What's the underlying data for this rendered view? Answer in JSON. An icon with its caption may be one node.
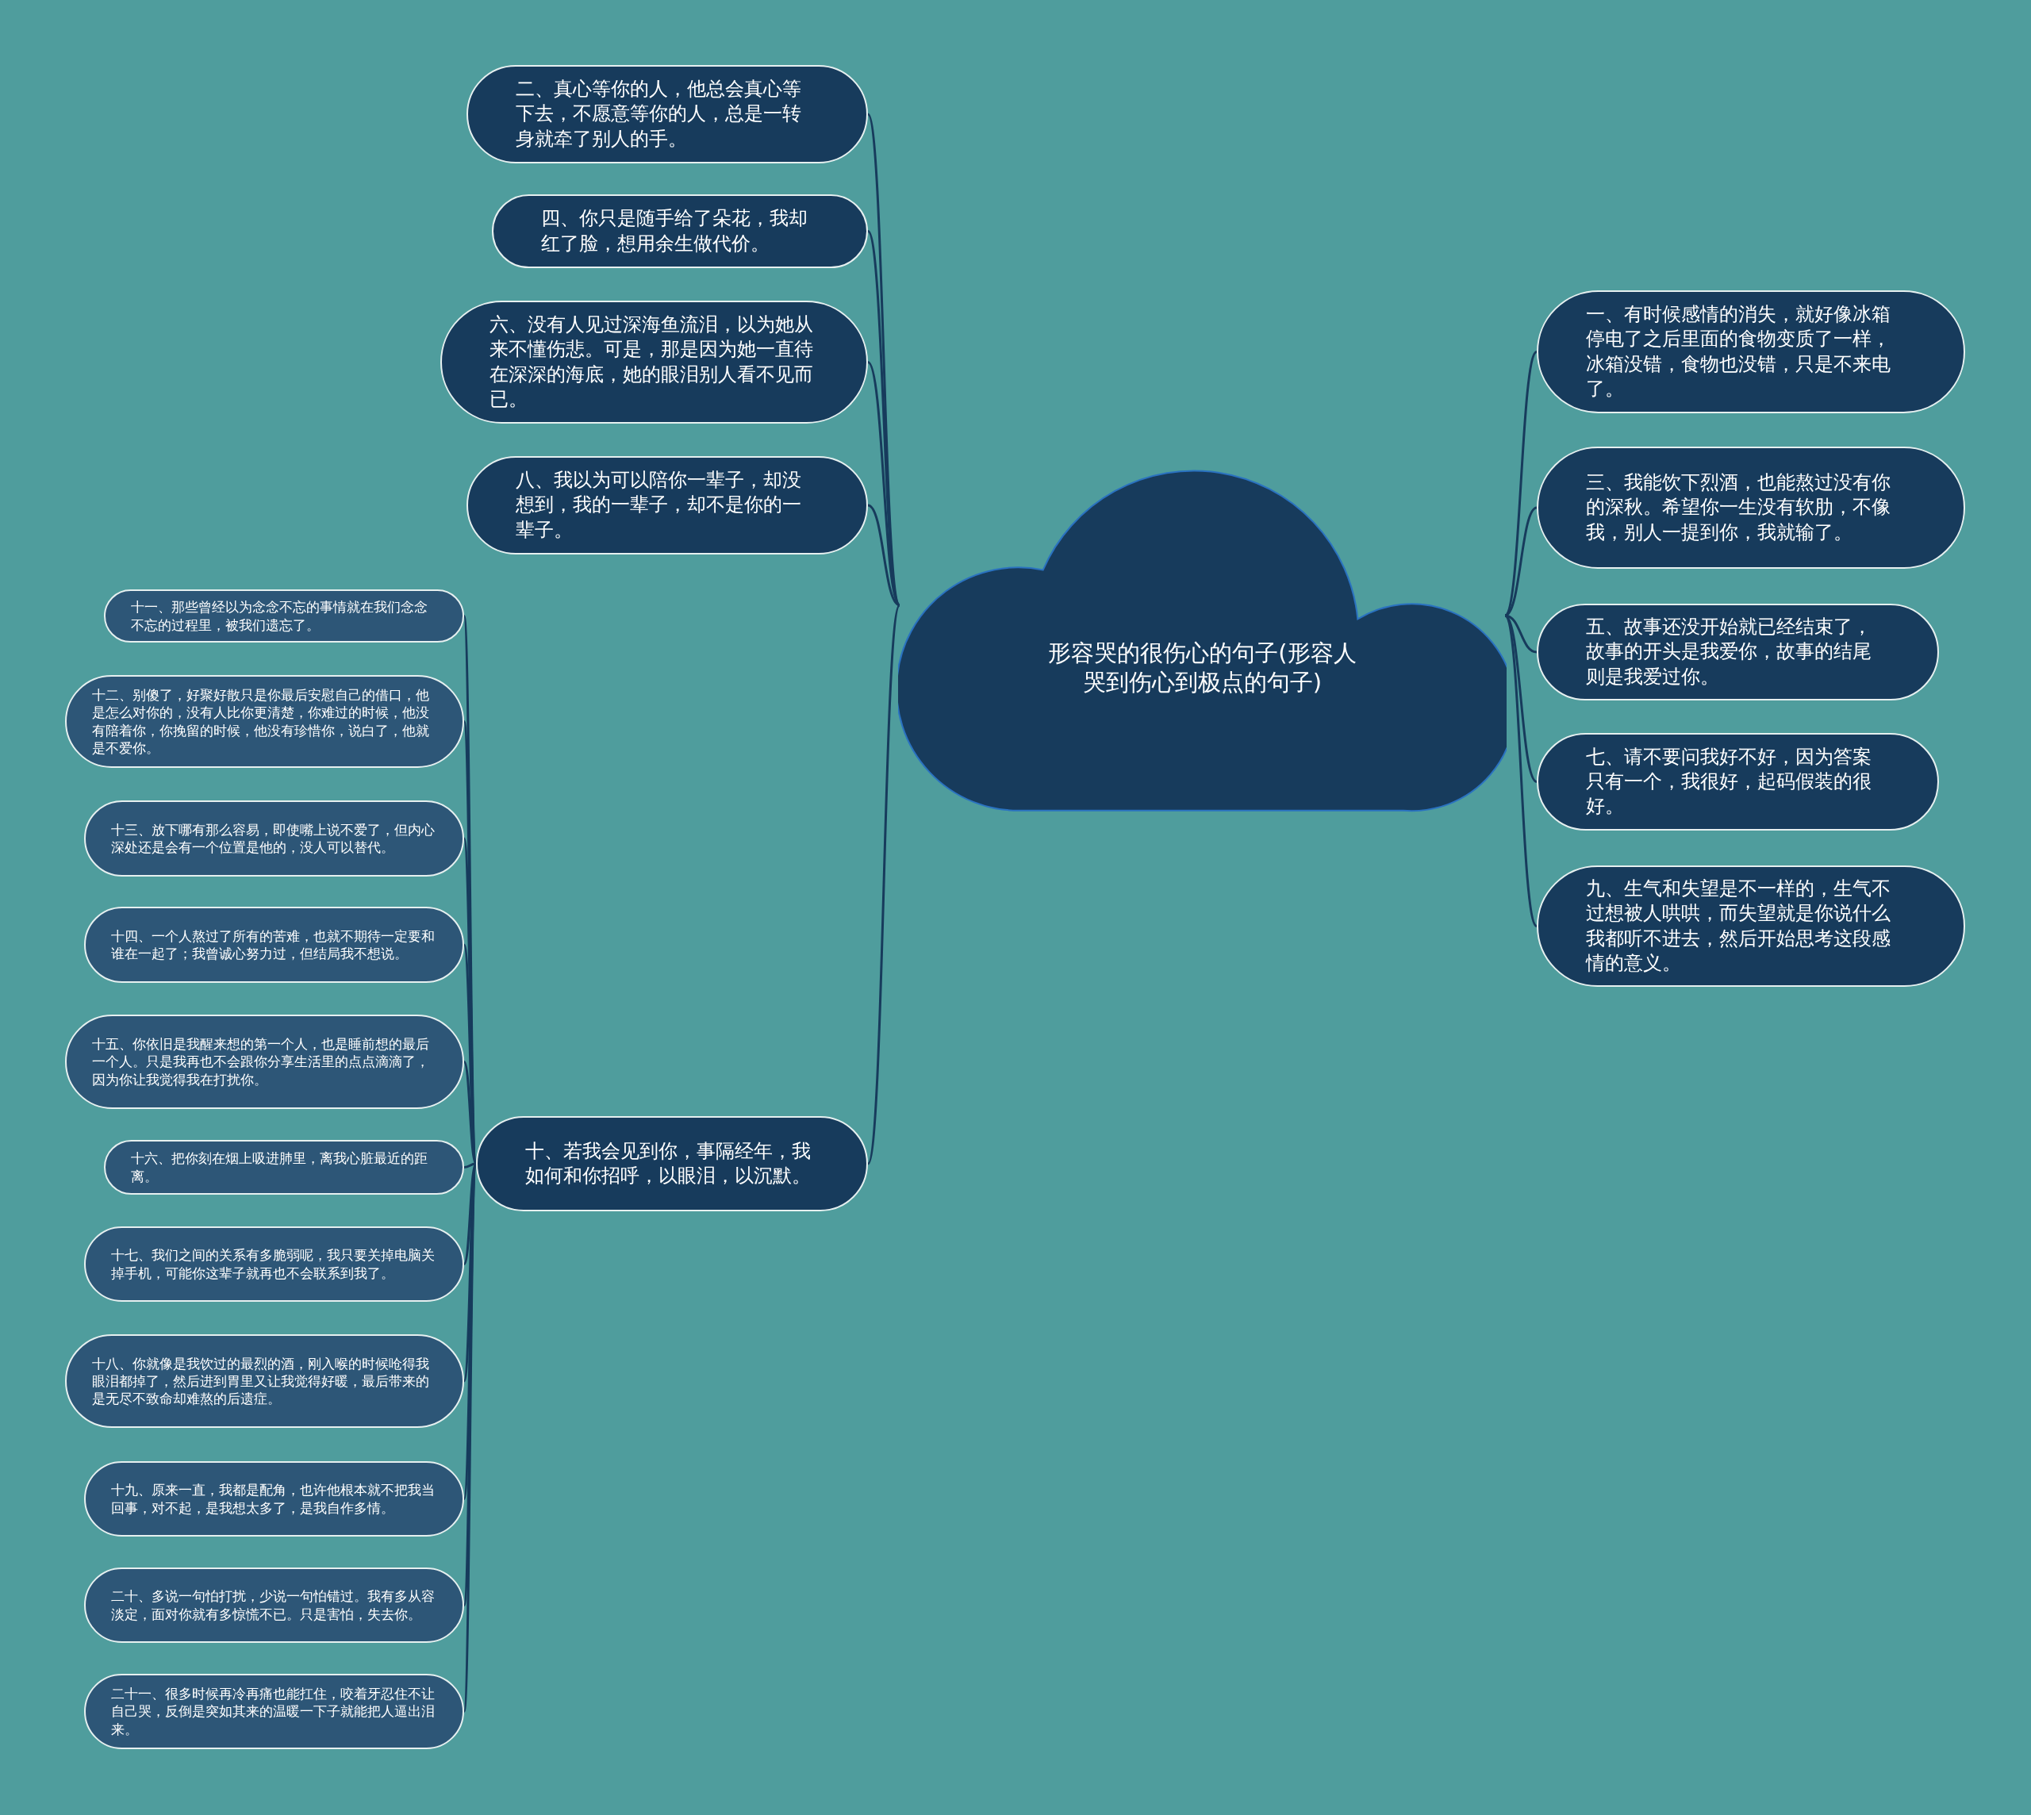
{
  "diagram": {
    "nodes": [
      {
        "text": [
          "形容哭的很伤心的句子(形容人哭到伤心到极点的句子)"
        ]
      },
      {
        "text": [
          "一、有时候感情的消失，就好像冰箱停电了之后里面的食物变质了一样，冰箱没错，食物也没错，只是不来电了。"
        ]
      },
      {
        "text": [
          "二、真心等你的人，他总会真心等下去，不愿意等你的人，总是一转身就牵了别人的手。"
        ]
      },
      {
        "text": [
          "三、我能饮下烈酒，也能熬过没有你的深秋。希望你一生没有软肋，不像我，别人一提到你，我就输了。"
        ]
      },
      {
        "text": [
          "四、你只是随手给了朵花，我却红了脸，想用余生做代价。"
        ]
      },
      {
        "text": [
          "五、故事还没开始就已经结束了，故事的开头是我爱你，故事的结尾则是我爱过你。"
        ]
      },
      {
        "text": [
          "六、没有人见过深海鱼流泪，以为她从来不懂伤悲。可是，那是因为她一直待在深深的海底，她的眼泪别人看不见而已。"
        ]
      },
      {
        "text": [
          "七、请不要问我好不好，因为答案只有一个，我很好，起码假装的很好。"
        ]
      },
      {
        "text": [
          "八、我以为可以陪你一辈子，却没想到，我的一辈子，却不是你的一辈子。"
        ]
      },
      {
        "text": [
          "九、生气和失望是不一样的，生气不过想被人哄哄，而失望就是你说什么我都听不进去，然后开始思考这段感情的意义。"
        ]
      },
      {
        "text": [
          "十、若我会见到你，事隔经年，我如何和你招呼，以眼泪，以沉默。"
        ]
      },
      {
        "text": [
          "十一、那些曾经以为念念不忘的事情就在我们念念不忘的过程里，被我们遗忘了。"
        ]
      },
      {
        "text": [
          "十二、别傻了，好聚好散只是你最后安慰自己的借口，他是怎么对你的，没有人比你更清楚，你难过的时候，他没有陪着你，你挽留的时候，他没有珍惜你，说白了，他就是不爱你。"
        ]
      },
      {
        "text": [
          "十三、放下哪有那么容易，即使嘴上说不爱了，但内心深处还是会有一个位置是他的，没人可以替代。"
        ]
      },
      {
        "text": [
          "十四、一个人熬过了所有的苦难，也就不期待一定要和谁在一起了；我曾诚心努力过，但结局我不想说。"
        ]
      },
      {
        "text": [
          "十五、你依旧是我醒来想的第一个人，也是睡前想的最后一个人。只是我再也不会跟你分享生活里的点点滴滴了，因为你让我觉得我在打扰你。"
        ]
      },
      {
        "text": [
          "十六、把你刻在烟上吸进肺里，离我心脏最近的距离。"
        ]
      },
      {
        "text": [
          "十七、我们之间的关系有多脆弱呢，我只要关掉电脑关掉手机，可能你这辈子就再也不会联系到我了。"
        ]
      },
      {
        "text": [
          "十八、你就像是我饮过的最烈的酒，刚入喉的时候呛得我眼泪都掉了，然后进到胃里又让我觉得好暖，最后带来的是无尽不致命却难熬的后遗症。"
        ]
      },
      {
        "text": [
          "十九、原来一直，我都是配角，也许他根本就不把我当回事，对不起，是我想太多了，是我自作多情。"
        ]
      },
      {
        "text": [
          "二十、多说一句怕打扰，少说一句怕错过。我有多从容淡定，面对你就有多惊慌不已。只是害怕，失去你。"
        ]
      },
      {
        "text": [
          "二十一、很多时候再冷再痛也能扛住，咬着牙忍住不让自己哭，反倒是突如其来的温暖一下子就能把人逼出泪来。"
        ]
      }
    ],
    "edges": [
      {
        "from": 0,
        "to": 1,
        "arrow": "none"
      },
      {
        "from": 0,
        "to": 2,
        "arrow": "none"
      },
      {
        "from": 0,
        "to": 3,
        "arrow": "none"
      },
      {
        "from": 0,
        "to": 4,
        "arrow": "none"
      },
      {
        "from": 0,
        "to": 5,
        "arrow": "none"
      },
      {
        "from": 0,
        "to": 6,
        "arrow": "none"
      },
      {
        "from": 0,
        "to": 7,
        "arrow": "none"
      },
      {
        "from": 0,
        "to": 8,
        "arrow": "none"
      },
      {
        "from": 0,
        "to": 9,
        "arrow": "none"
      },
      {
        "from": 0,
        "to": 10,
        "arrow": "none"
      },
      {
        "from": 10,
        "to": 11,
        "arrow": "none"
      },
      {
        "from": 10,
        "to": 12,
        "arrow": "none"
      },
      {
        "from": 10,
        "to": 13,
        "arrow": "none"
      },
      {
        "from": 10,
        "to": 14,
        "arrow": "none"
      },
      {
        "from": 10,
        "to": 15,
        "arrow": "none"
      },
      {
        "from": 10,
        "to": 16,
        "arrow": "none"
      },
      {
        "from": 10,
        "to": 17,
        "arrow": "none"
      },
      {
        "from": 10,
        "to": 18,
        "arrow": "none"
      },
      {
        "from": 10,
        "to": 19,
        "arrow": "none"
      },
      {
        "from": 10,
        "to": 20,
        "arrow": "none"
      },
      {
        "from": 10,
        "to": 21,
        "arrow": "none"
      }
    ]
  }
}
